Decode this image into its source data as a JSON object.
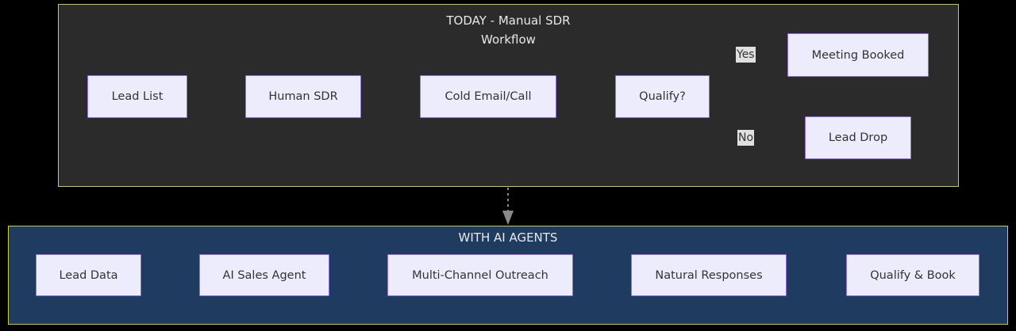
{
  "diagram": {
    "type": "flowchart",
    "background_color": "#000000",
    "subgraphs": [
      {
        "id": "today",
        "title": "TODAY - Manual SDR\nWorkflow",
        "background_color": "#2b2b2b",
        "border_color": "#cccc44",
        "nodes": [
          {
            "id": "lead-list",
            "label": "Lead List"
          },
          {
            "id": "human-sdr",
            "label": "Human SDR"
          },
          {
            "id": "cold-email-call",
            "label": "Cold Email/Call"
          },
          {
            "id": "qualify",
            "label": "Qualify?"
          },
          {
            "id": "meeting-booked",
            "label": "Meeting Booked"
          },
          {
            "id": "lead-drop",
            "label": "Lead Drop"
          }
        ],
        "edge_labels": [
          {
            "id": "yes",
            "label": "Yes"
          },
          {
            "id": "no",
            "label": "No"
          }
        ]
      },
      {
        "id": "ai-agents",
        "title": "WITH AI AGENTS",
        "background_color": "#1f3c60",
        "border_color": "#cccc44",
        "nodes": [
          {
            "id": "lead-data",
            "label": "Lead Data"
          },
          {
            "id": "ai-sales-agent",
            "label": "AI Sales Agent"
          },
          {
            "id": "multi-channel-outreach",
            "label": "Multi-Channel Outreach"
          },
          {
            "id": "natural-responses",
            "label": "Natural Responses"
          },
          {
            "id": "qualify-and-book",
            "label": "Qualify & Book"
          }
        ]
      }
    ],
    "node_style": {
      "fill": "#ececfc",
      "stroke": "#9370db",
      "text_color": "#333333"
    },
    "edge_style": {
      "stroke": "#4a4a52",
      "connector_stroke": "#999999"
    }
  }
}
